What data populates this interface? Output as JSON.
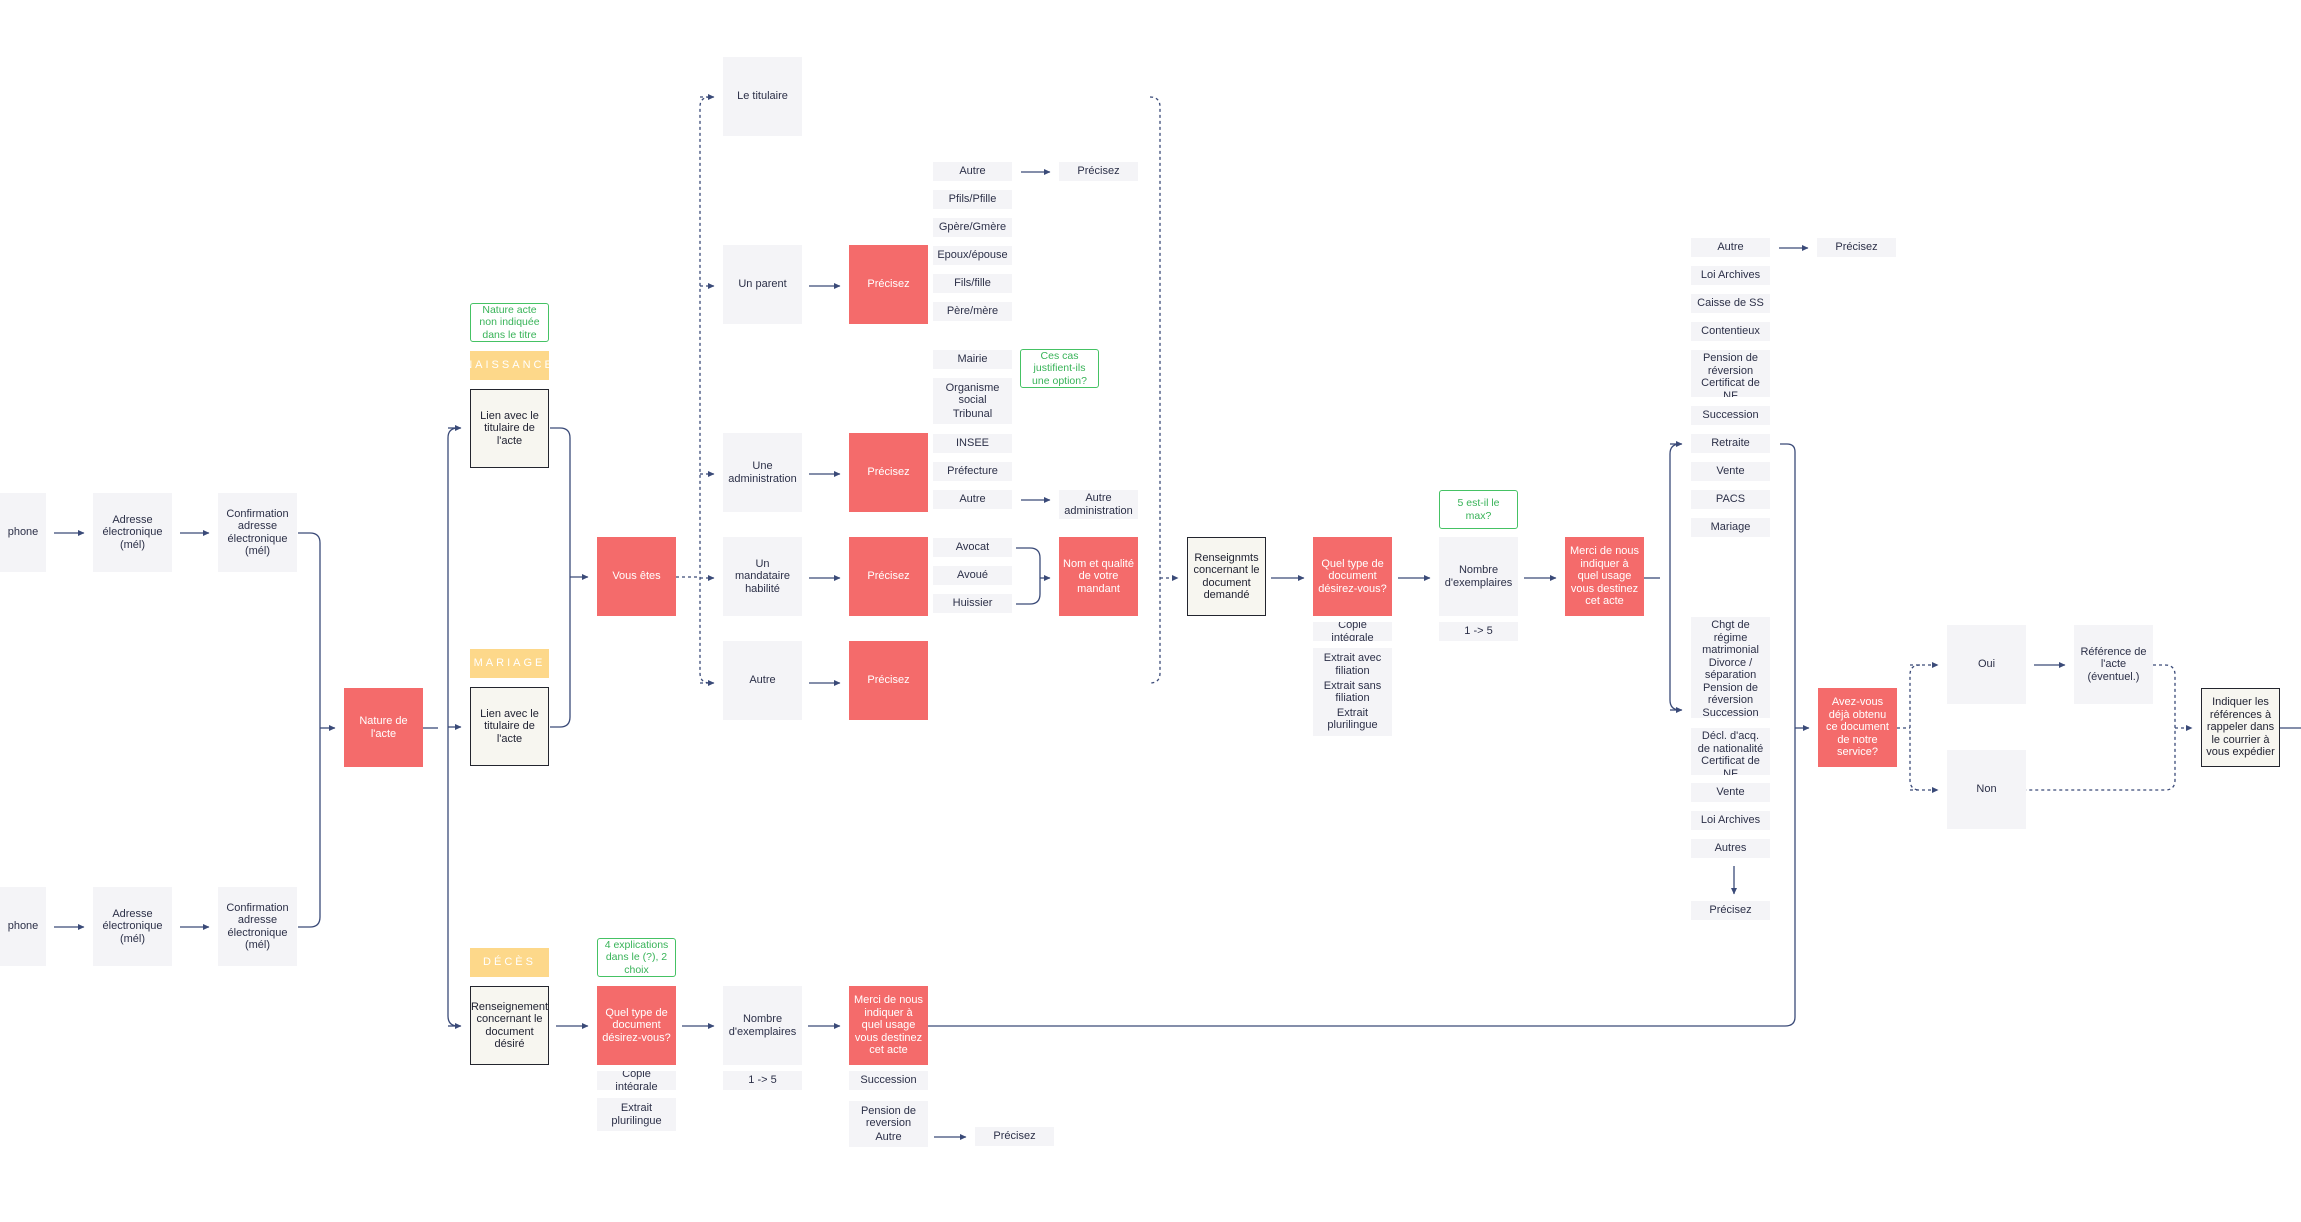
{
  "nodes": [
    {
      "id": "tel1",
      "text": "phone",
      "kind": "grey"
    },
    {
      "id": "email1",
      "text": "Adresse électronique (mél)",
      "kind": "grey"
    },
    {
      "id": "confirm1",
      "text": "Confirmation adresse électronique (mél)",
      "kind": "grey"
    },
    {
      "id": "tel2",
      "text": "phone",
      "kind": "grey"
    },
    {
      "id": "email2",
      "text": "Adresse électronique (mél)",
      "kind": "grey"
    },
    {
      "id": "confirm2",
      "text": "Confirmation adresse électronique (mél)",
      "kind": "grey"
    },
    {
      "id": "nature",
      "text": "Nature de l'acte",
      "kind": "red"
    },
    {
      "id": "note-nature",
      "text": "Nature acte non indiquée dans le titre",
      "kind": "note"
    },
    {
      "id": "tag-naissance",
      "text": "NAISSANCE",
      "kind": "tag"
    },
    {
      "id": "lien1",
      "text": "Lien avec le titulaire de l'acte",
      "kind": "dark"
    },
    {
      "id": "tag-mariage",
      "text": "MARIAGE",
      "kind": "tag"
    },
    {
      "id": "lien2",
      "text": "Lien avec le titulaire de l'acte",
      "kind": "dark"
    },
    {
      "id": "tag-deces",
      "text": "DÉCÈS",
      "kind": "tag"
    },
    {
      "id": "note-deces",
      "text": "4 explications dans le (?), 2 choix",
      "kind": "note"
    },
    {
      "id": "renseignement-deces",
      "text": "Renseignement concernant le document désiré",
      "kind": "dark"
    },
    {
      "id": "vous-etes",
      "text": "Vous êtes",
      "kind": "red"
    },
    {
      "id": "le-titulaire",
      "text": "Le titulaire",
      "kind": "grey"
    },
    {
      "id": "un-parent",
      "text": "Un parent",
      "kind": "grey"
    },
    {
      "id": "une-administration",
      "text": "Une administration",
      "kind": "grey"
    },
    {
      "id": "un-mandataire",
      "text": "Un mandataire habilité",
      "kind": "grey"
    },
    {
      "id": "autre-vous",
      "text": "Autre",
      "kind": "grey"
    },
    {
      "id": "precisez-parent",
      "text": "Précisez",
      "kind": "red"
    },
    {
      "id": "precisez-admin",
      "text": "Précisez",
      "kind": "red"
    },
    {
      "id": "precisez-mandataire",
      "text": "Précisez",
      "kind": "red"
    },
    {
      "id": "precisez-autre",
      "text": "Précisez",
      "kind": "red"
    },
    {
      "id": "p-autre",
      "text": "Autre",
      "kind": "grey"
    },
    {
      "id": "p-precisez",
      "text": "Précisez",
      "kind": "grey"
    },
    {
      "id": "p-pfils",
      "text": "Pfils/Pfille",
      "kind": "grey"
    },
    {
      "id": "p-gpere",
      "text": "Gpère/Gmère",
      "kind": "grey"
    },
    {
      "id": "p-epoux",
      "text": "Epoux/épouse",
      "kind": "grey"
    },
    {
      "id": "p-fils",
      "text": "Fils/fille",
      "kind": "grey"
    },
    {
      "id": "p-pere",
      "text": "Père/mère",
      "kind": "grey"
    },
    {
      "id": "a-mairie",
      "text": "Mairie",
      "kind": "grey"
    },
    {
      "id": "note-cas",
      "text": "Ces cas justifient-ils une option?",
      "kind": "note"
    },
    {
      "id": "a-orga",
      "text": "Organisme social|Tribunal",
      "kind": "grey",
      "multi": true
    },
    {
      "id": "a-insee",
      "text": "INSEE",
      "kind": "grey"
    },
    {
      "id": "a-prefecture",
      "text": "Préfecture",
      "kind": "grey"
    },
    {
      "id": "a-autre",
      "text": "Autre",
      "kind": "grey"
    },
    {
      "id": "a-autre-admin",
      "text": "Autre administration",
      "kind": "grey"
    },
    {
      "id": "m-avocat",
      "text": "Avocat",
      "kind": "grey"
    },
    {
      "id": "m-avoue",
      "text": "Avoué",
      "kind": "grey"
    },
    {
      "id": "m-huissier",
      "text": "Huissier",
      "kind": "grey"
    },
    {
      "id": "nom-qualite",
      "text": "Nom et qualité de votre mandant",
      "kind": "red"
    },
    {
      "id": "renseignmts",
      "text": "Renseignmts concernant le document demandé",
      "kind": "dark"
    },
    {
      "id": "type-doc",
      "text": "Quel type de document désirez-vous?",
      "kind": "red"
    },
    {
      "id": "t-copie",
      "text": "Copie intégrale",
      "kind": "grey"
    },
    {
      "id": "t-extraits",
      "text": "Extrait avec filiation|Extrait sans filiation|Extrait plurilingue",
      "kind": "grey",
      "multi": true
    },
    {
      "id": "note-max",
      "text": "5 est-il le max?",
      "kind": "note"
    },
    {
      "id": "nb-ex",
      "text": "Nombre d'exemplaires",
      "kind": "grey"
    },
    {
      "id": "nb-range",
      "text": "1 -> 5",
      "kind": "grey"
    },
    {
      "id": "usage",
      "text": "Merci de nous indiquer à quel usage vous destinez cet acte",
      "kind": "red"
    },
    {
      "id": "u-autre",
      "text": "Autre",
      "kind": "grey"
    },
    {
      "id": "u-precisez",
      "text": "Précisez",
      "kind": "grey"
    },
    {
      "id": "u-loi",
      "text": "Loi Archives",
      "kind": "grey"
    },
    {
      "id": "u-caisse",
      "text": "Caisse de SS",
      "kind": "grey"
    },
    {
      "id": "u-contentieux",
      "text": "Contentieux",
      "kind": "grey"
    },
    {
      "id": "u-pension",
      "text": "Pension de réversion|Certificat de NF",
      "kind": "grey",
      "multi": true
    },
    {
      "id": "u-succession",
      "text": "Succession",
      "kind": "grey"
    },
    {
      "id": "u-retraite",
      "text": "Retraite",
      "kind": "grey"
    },
    {
      "id": "u-vente",
      "text": "Vente",
      "kind": "grey"
    },
    {
      "id": "u-pacs",
      "text": "PACS",
      "kind": "grey"
    },
    {
      "id": "u-mariage",
      "text": "Mariage",
      "kind": "grey"
    },
    {
      "id": "u-group2",
      "text": "Chgt de régime matrimonial|Divorce / séparation|Pension de réversion|Succession",
      "kind": "grey",
      "multi": true
    },
    {
      "id": "u-group3",
      "text": "Décl. d'acq. de nationalité|Certificat de NF",
      "kind": "grey",
      "multi": true
    },
    {
      "id": "u-vente2",
      "text": "Vente",
      "kind": "grey"
    },
    {
      "id": "u-loi2",
      "text": "Loi Archives",
      "kind": "grey"
    },
    {
      "id": "u-autres",
      "text": "Autres",
      "kind": "grey"
    },
    {
      "id": "u-precisez2",
      "text": "Précisez",
      "kind": "grey"
    },
    {
      "id": "deja-obtenu",
      "text": "Avez-vous déjà obtenu ce document de notre service?",
      "kind": "red"
    },
    {
      "id": "oui",
      "text": "Oui",
      "kind": "grey"
    },
    {
      "id": "non",
      "text": "Non",
      "kind": "grey"
    },
    {
      "id": "reference",
      "text": "Référence de l'acte (éventuel.)",
      "kind": "grey"
    },
    {
      "id": "indiquer",
      "text": "Indiquer les références à rappeler dans le courrier à vous expédier",
      "kind": "dark"
    },
    {
      "id": "d-type",
      "text": "Quel type de document désirez-vous?",
      "kind": "red"
    },
    {
      "id": "d-copie",
      "text": "Copie intégrale",
      "kind": "grey"
    },
    {
      "id": "d-extrait",
      "text": "Extrait plurilingue",
      "kind": "grey"
    },
    {
      "id": "d-nb",
      "text": "Nombre d'exemplaires",
      "kind": "grey"
    },
    {
      "id": "d-range",
      "text": "1 -> 5",
      "kind": "grey"
    },
    {
      "id": "d-usage",
      "text": "Merci de nous indiquer à quel usage vous destinez cet acte",
      "kind": "red"
    },
    {
      "id": "d-succession",
      "text": "Succession",
      "kind": "grey"
    },
    {
      "id": "d-pension",
      "text": "Pension de reversion|Autre",
      "kind": "grey",
      "multi": true
    },
    {
      "id": "d-precisez",
      "text": "Précisez",
      "kind": "grey"
    }
  ],
  "colors": {
    "connector": "#3a4a78",
    "grey_box": "#f4f4f7",
    "red_box": "#f46b6b",
    "dark_box_border": "#23252e",
    "tag": "#fdd88a",
    "note": "#45c264"
  }
}
